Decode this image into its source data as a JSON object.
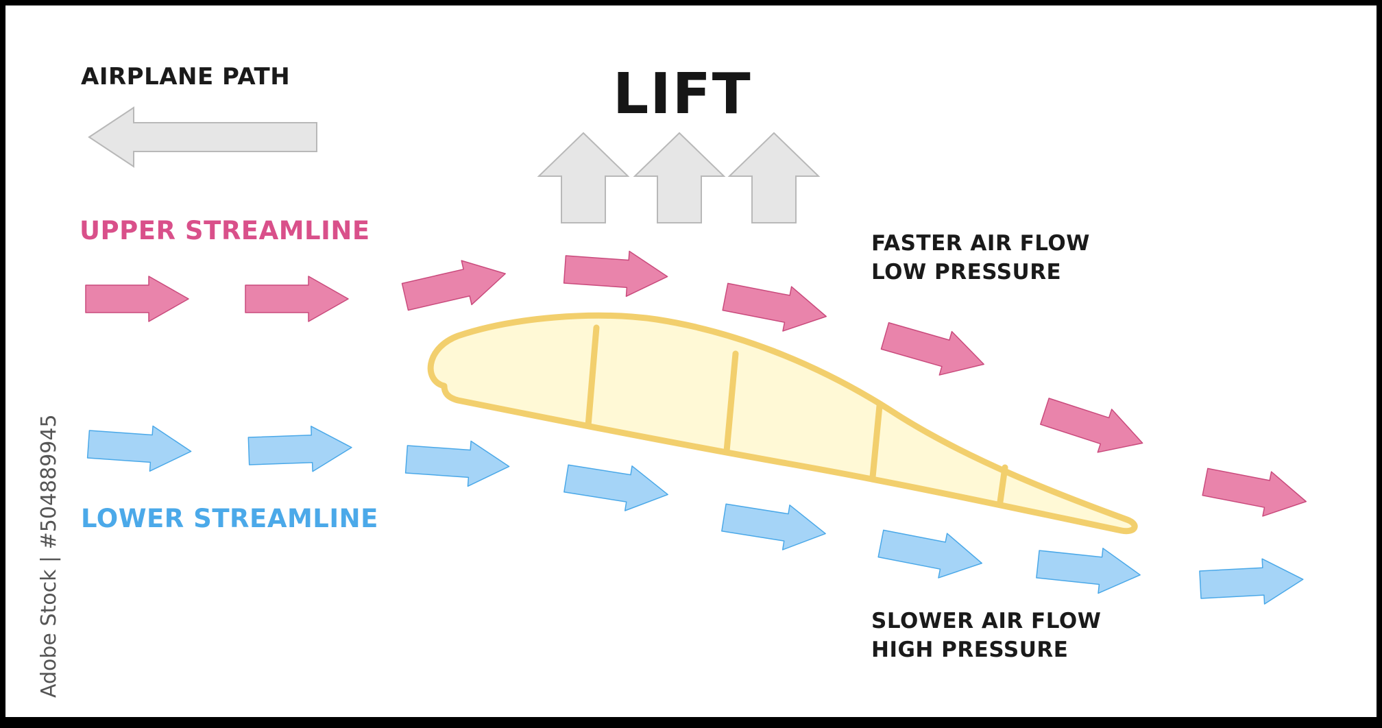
{
  "labels": {
    "airplane_path": "AIRPLANE PATH",
    "lift": "LIFT",
    "upper_streamline": "UPPER STREAMLINE",
    "lower_streamline": "LOWER STREAMLINE",
    "faster_line1": "FASTER AIR FLOW",
    "faster_line2": "LOW PRESSURE",
    "slower_line1": "SLOWER AIR FLOW",
    "slower_line2": "HIGH PRESSURE"
  },
  "watermark": "Adobe Stock | #504889945",
  "colors": {
    "upper": "#e984ab",
    "upper_stroke": "#c94a7c",
    "upper_text": "#d9508a",
    "lower": "#a5d4f7",
    "lower_stroke": "#4aa8e8",
    "lower_text": "#4ba9e9",
    "gray": "#e6e6e6",
    "gray_stroke": "#b8b8b8",
    "wing_fill": "#fff9d6",
    "wing_stroke": "#f2cf6d"
  }
}
